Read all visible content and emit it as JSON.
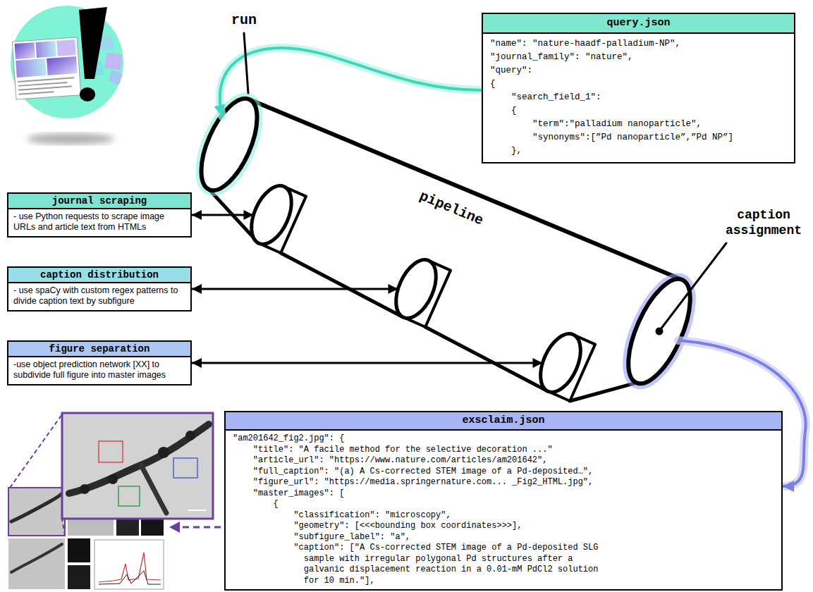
{
  "diagram": {
    "nodes": [
      {
        "text": [
          "query.json",
          "\"name\": \"nature-haadf-palladium-NP\",",
          "\"journal_family\": \"nature\",",
          "\"query\":",
          "{",
          "\"search_field_1\":",
          "{",
          "\"term\":\"palladium nanoparticle\",",
          "\"synonyms\":[”Pd nanoparticle”,”Pd NP”]",
          "},"
        ]
      },
      {
        "text": [
          "pipeline"
        ]
      },
      {
        "text": [
          "journal scraping",
          "- use Python requests to scrape image URLs and article text from HTMLs"
        ]
      },
      {
        "text": [
          "caption distribution",
          "- use spaCy with custom regex patterns to divide caption text by subfigure"
        ]
      },
      {
        "text": [
          "figure separation",
          "-use object prediction network [XX] to subdivide full figure into master images"
        ]
      },
      {
        "text": [
          "exsclaim.json",
          "\"am201642_fig2.jpg\": {",
          "\"title\": \"A facile method for the selective decoration ...\"",
          "\"article_url\": \"https://www.nature.com/articles/am201642\",",
          "\"full_caption\": \"(a) A Cs-corrected STEM image of a Pd-deposited…\",",
          "\"figure_url\": \"https://media.springernature.com... _Fig2_HTML.jpg\",",
          "\"master_images\": [",
          "{",
          "\"classification\": \"microscopy\",",
          "\"geometry\": [<<<bounding box coordinates>>>],",
          "\"subfigure_label\": \"a\",",
          "\"caption\": [\"A Cs-corrected STEM image of a Pd-deposited SLG sample with irregular polygonal Pd structures after a galvanic displacement reaction in a 0.01-mM PdCl2 solution for 10 min.\"],"
        ]
      }
    ],
    "edges": [
      {
        "from": 0,
        "to": 1,
        "arrow": "to"
      },
      {
        "from": 2,
        "to": 1,
        "arrow": "both"
      },
      {
        "from": 3,
        "to": 1,
        "arrow": "both"
      },
      {
        "from": 4,
        "to": 1,
        "arrow": "both"
      },
      {
        "from": 1,
        "to": 5,
        "arrow": "to"
      }
    ],
    "labels": [
      "run",
      "caption assignment"
    ]
  }
}
